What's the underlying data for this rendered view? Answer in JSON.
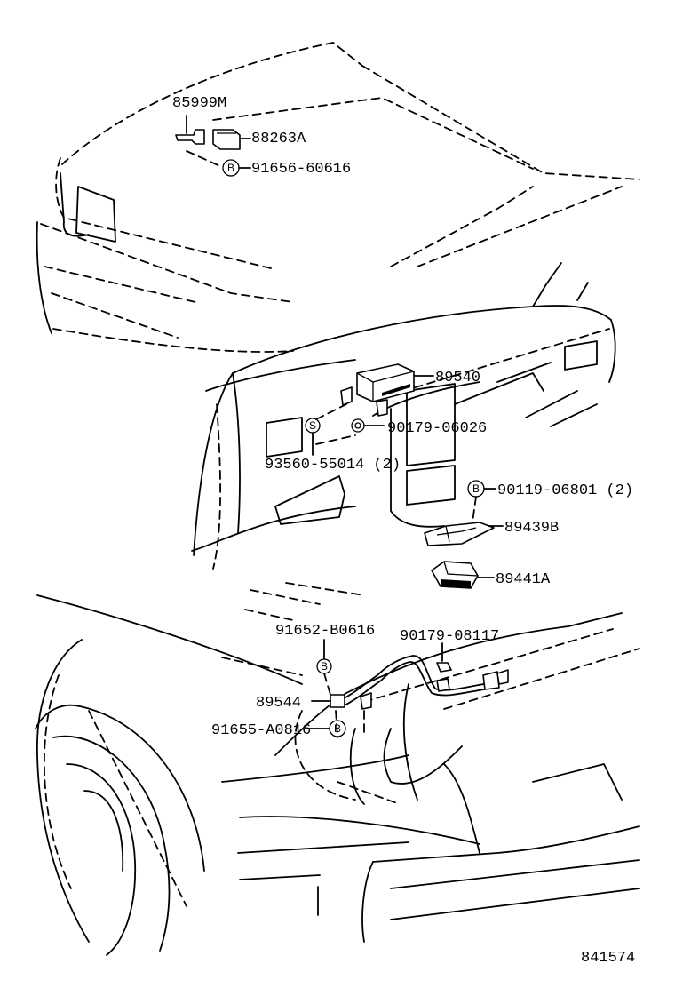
{
  "diagram": {
    "parts": {
      "p85999M": "85999M",
      "p88263A": "88263A",
      "p91656": "91656-60616",
      "p89540": "89540",
      "p90179a": "90179-06026",
      "p93560": "93560-55014 (2)",
      "p90119": "90119-06801 (2)",
      "p89439B": "89439B",
      "p89441A": "89441A",
      "p91652": "91652-B0616",
      "p90179b": "90179-08117",
      "p89544": "89544",
      "p91655": "91655-A0816"
    },
    "markers": {
      "bolt": "B",
      "screw": "S"
    },
    "figure_number": "841574"
  }
}
